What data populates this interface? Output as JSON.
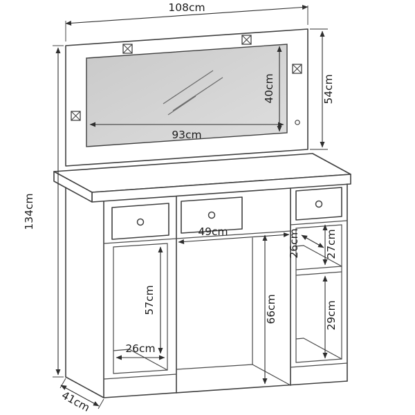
{
  "diagram": {
    "colors": {
      "line": "#3f3f3f",
      "dimension": "#2e2e2e",
      "mirror_fill": "#d4d4d4",
      "background": "#ffffff",
      "text": "#1c1c1c"
    },
    "dimensions": {
      "width_total": "108cm",
      "panel_height": "54cm",
      "mirror_height": "40cm",
      "mirror_width": "93cm",
      "height_total": "134cm",
      "depth": "41cm",
      "left_opening_height": "57cm",
      "left_opening_width": "26cm",
      "knee_opening_width": "49cm",
      "knee_opening_height": "66cm",
      "shelf_depth": "26cm",
      "right_upper_opening_height": "27cm",
      "right_lower_opening_height": "29cm"
    }
  }
}
